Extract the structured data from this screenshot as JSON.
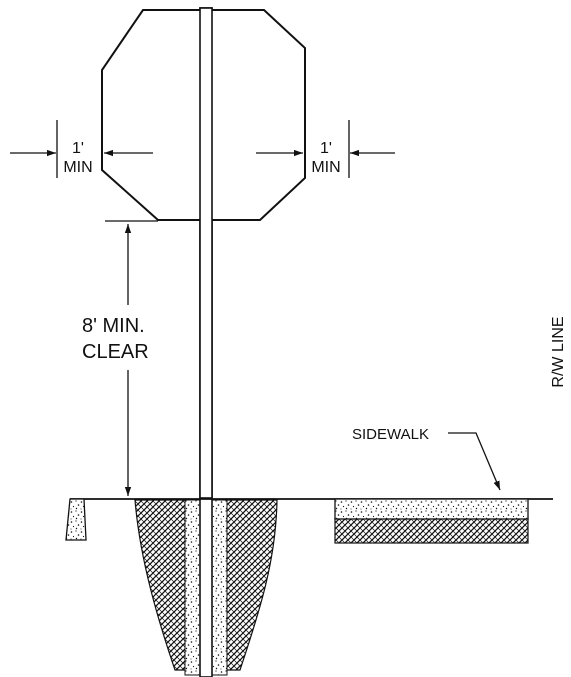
{
  "labels": {
    "left_dim_top": "1'",
    "left_dim_bottom": "MIN",
    "right_dim_top": "1'",
    "right_dim_bottom": "MIN",
    "clearance_line1": "8' MIN.",
    "clearance_line2": "CLEAR",
    "row_line": "R/W LINE",
    "sidewalk": "SIDEWALK"
  },
  "colors": {
    "ink": "#111111",
    "background": "#ffffff"
  }
}
